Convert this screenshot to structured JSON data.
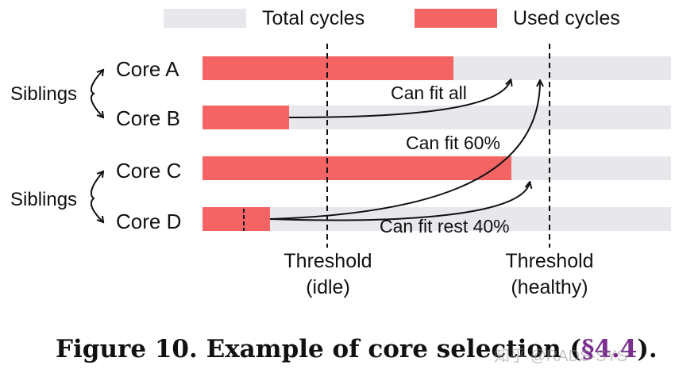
{
  "colors": {
    "total": "#e8e7ec",
    "used": "#f46464",
    "ink": "#111111",
    "ref": "#7a2f8f"
  },
  "legend": {
    "total_label": "Total cycles",
    "used_label": "Used cycles"
  },
  "groups": [
    {
      "label": "Siblings",
      "cores": [
        "Core A",
        "Core B"
      ]
    },
    {
      "label": "Siblings",
      "cores": [
        "Core C",
        "Core D"
      ]
    }
  ],
  "cores": [
    {
      "name": "Core A",
      "used_fraction": 0.53
    },
    {
      "name": "Core B",
      "used_fraction": 0.18
    },
    {
      "name": "Core C",
      "used_fraction": 0.66
    },
    {
      "name": "Core D",
      "used_fraction": 0.14
    }
  ],
  "thresholds": [
    {
      "label": "Threshold",
      "sublabel": "(idle)"
    },
    {
      "label": "Threshold",
      "sublabel": "(healthy)"
    }
  ],
  "annotations": {
    "fit_all": "Can fit all",
    "fit_60": "Can fit 60%",
    "fit_rest": "Can fit rest 40%"
  },
  "caption": {
    "text": "Figure 10. Example of core selection (",
    "ref": "§4.4",
    "end": ")."
  },
  "watermark": "知乎 @RADS-SYS"
}
